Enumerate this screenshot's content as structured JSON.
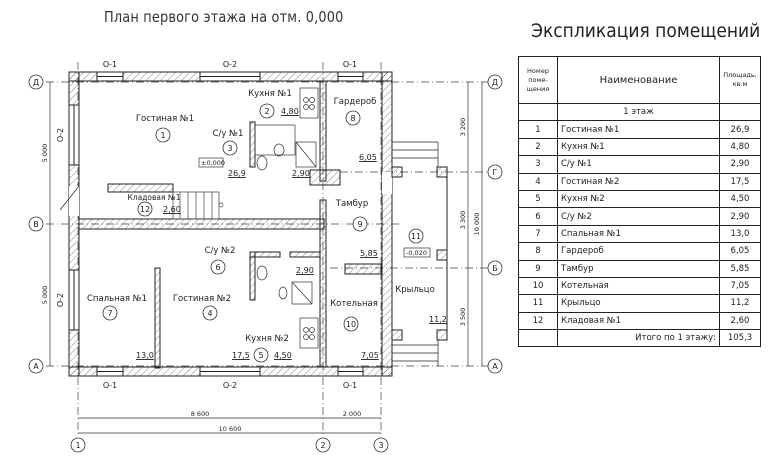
{
  "plan": {
    "title": "План первого этажа на отм. 0,000",
    "axes_letters": [
      "Д",
      "Г",
      "В",
      "Б",
      "А"
    ],
    "axes_numbers": [
      "1",
      "2",
      "3"
    ],
    "window_labels": {
      "top": [
        "О-1",
        "О-2",
        "О-1"
      ],
      "bottom": [
        "О-1",
        "О-2",
        "О-1"
      ],
      "left": [
        "О-2",
        "О-2"
      ]
    },
    "dimensions": {
      "left_top": "5 000",
      "left_bottom": "5 000",
      "right": [
        "3 200",
        "3 300",
        "3 500"
      ],
      "right_total": "10 000",
      "bottom": [
        "8 600",
        "2 000"
      ],
      "bottom_total": "10 600"
    },
    "levels": [
      "±0,000",
      "-0,020"
    ],
    "rooms": [
      {
        "num": "1",
        "name": "Гостиная №1",
        "area": "26,9"
      },
      {
        "num": "2",
        "name": "Кухня №1",
        "area": "4,80"
      },
      {
        "num": "3",
        "name": "С/у №1",
        "area": "2,90"
      },
      {
        "num": "4",
        "name": "Гостиная №2",
        "area": "17,5"
      },
      {
        "num": "5",
        "name": "Кухня №2",
        "area": "4,50"
      },
      {
        "num": "6",
        "name": "С/у №2",
        "area": "2,90"
      },
      {
        "num": "7",
        "name": "Спальная №1",
        "area": "13,0"
      },
      {
        "num": "8",
        "name": "Гардероб",
        "area": "6,05"
      },
      {
        "num": "9",
        "name": "Тамбур",
        "area": "5,85"
      },
      {
        "num": "10",
        "name": "Котельная",
        "area": "7,05"
      },
      {
        "num": "11",
        "name": "Крыльцо",
        "area": "11,2"
      },
      {
        "num": "12",
        "name": "Кладовая №1",
        "area": "2,60"
      }
    ]
  },
  "explication": {
    "title": "Экспликация помещений",
    "headers": {
      "num": "Номер поме- щения",
      "name": "Наименование",
      "area": "Площадь, кв.м"
    },
    "floor_label": "1 этаж",
    "rows": [
      {
        "num": "1",
        "name": "Гостиная №1",
        "area": "26,9"
      },
      {
        "num": "2",
        "name": "Кухня №1",
        "area": "4,80"
      },
      {
        "num": "3",
        "name": "С/у №1",
        "area": "2,90"
      },
      {
        "num": "4",
        "name": "Гостиная №2",
        "area": "17,5"
      },
      {
        "num": "5",
        "name": "Кухня №2",
        "area": "4,50"
      },
      {
        "num": "6",
        "name": "С/у №2",
        "area": "2,90"
      },
      {
        "num": "7",
        "name": "Спальная №1",
        "area": "13,0"
      },
      {
        "num": "8",
        "name": "Гардероб",
        "area": "6,05"
      },
      {
        "num": "9",
        "name": "Тамбур",
        "area": "5,85"
      },
      {
        "num": "10",
        "name": "Котельная",
        "area": "7,05"
      },
      {
        "num": "11",
        "name": "Крыльцо",
        "area": "11,2"
      },
      {
        "num": "12",
        "name": "Кладовая №1",
        "area": "2,60"
      }
    ],
    "total_label": "Итого по 1 этажу:",
    "total_value": "105,3"
  }
}
